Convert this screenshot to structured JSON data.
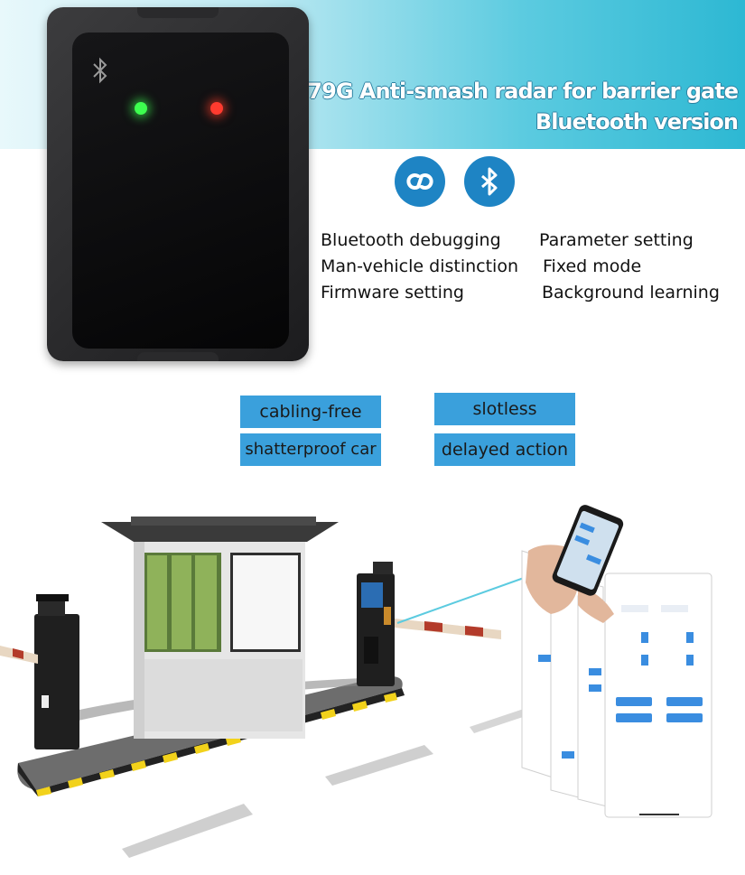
{
  "title": {
    "line1": "79G Anti-smash radar for barrier gate",
    "line2": "Bluetooth version"
  },
  "icons": [
    "link-icon",
    "bluetooth-icon"
  ],
  "features": [
    {
      "label": "Bluetooth debugging"
    },
    {
      "label": "Parameter setting"
    },
    {
      "label": "Man-vehicle distinction"
    },
    {
      "label": "Fixed mode"
    },
    {
      "label": "Firmware setting"
    },
    {
      "label": "Background learning"
    }
  ],
  "tags": [
    {
      "label": "cabling-free"
    },
    {
      "label": "slotless"
    },
    {
      "label": "shatterproof car"
    },
    {
      "label": "delayed action"
    }
  ],
  "colors": {
    "banner": "#2db8d3",
    "tag": "#3aa0dc",
    "icon": "#1e84c4",
    "led_green": "#3dff4f",
    "led_red": "#ff3b2f"
  }
}
